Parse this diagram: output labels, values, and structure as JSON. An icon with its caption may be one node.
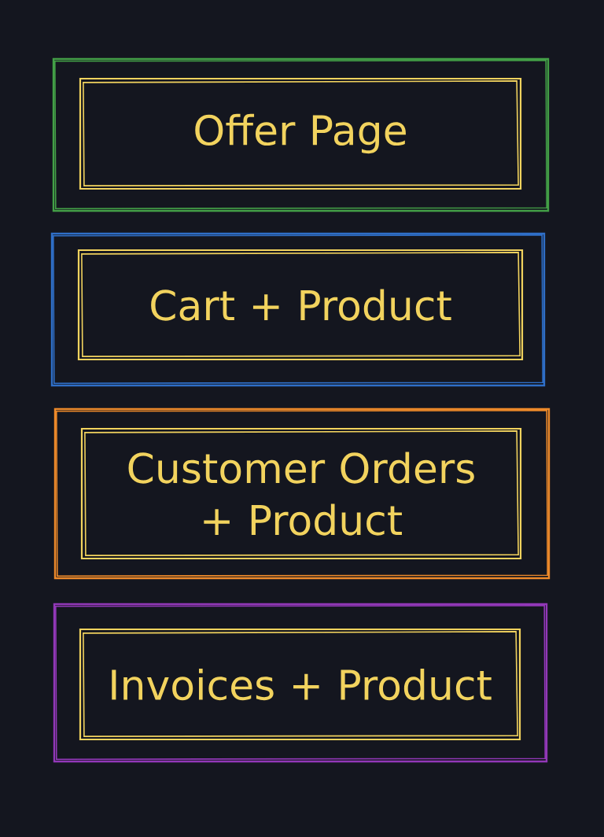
{
  "diagram": {
    "nodes": [
      {
        "text": [],
        "shape": "box"
      },
      {
        "text": [
          "Offer Page"
        ],
        "in": 0
      },
      {
        "text": [],
        "shape": "box"
      },
      {
        "text": [
          "Cart + Product"
        ],
        "in": 2
      },
      {
        "text": [],
        "shape": "box"
      },
      {
        "text": [
          "Customer Orders + Product"
        ],
        "in": 4
      },
      {
        "text": [],
        "shape": "box"
      },
      {
        "text": [
          "Invoices + Product"
        ],
        "in": 6
      }
    ]
  }
}
